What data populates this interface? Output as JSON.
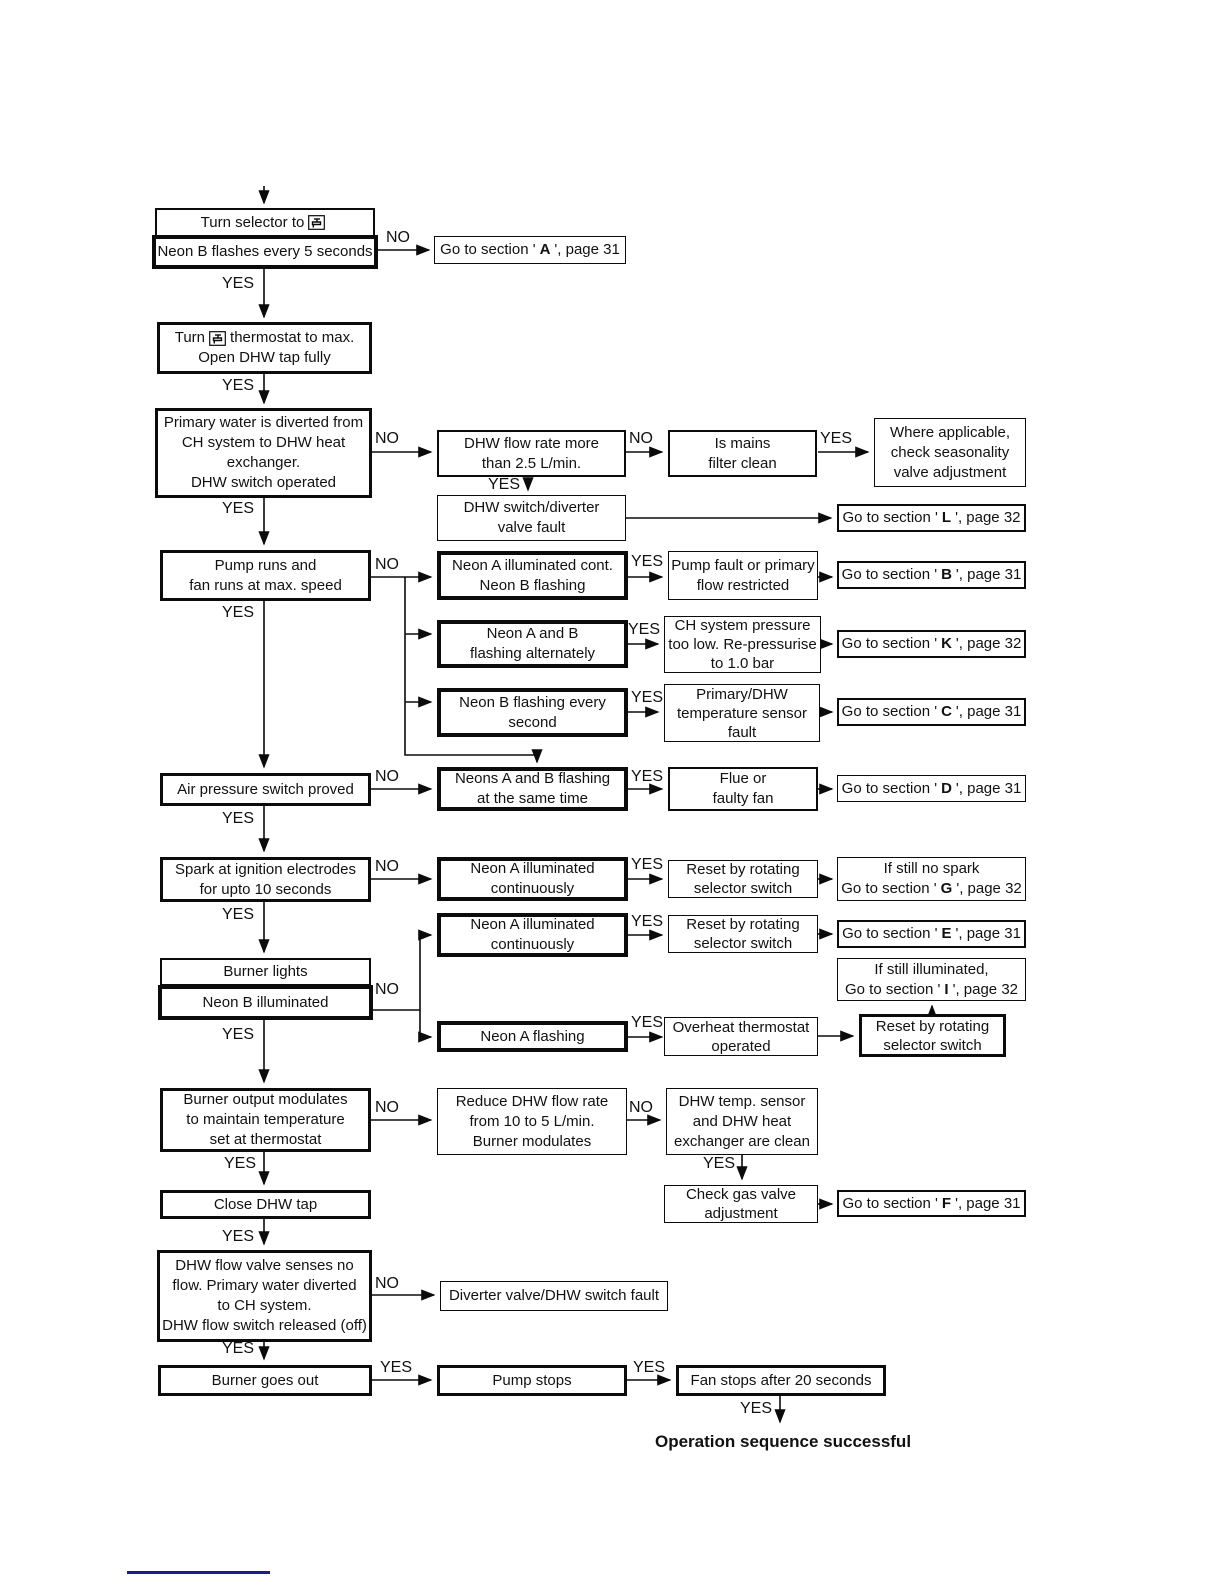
{
  "labels": {
    "yes": "YES",
    "no": "NO"
  },
  "result_text": "Operation sequence successful",
  "footer": {
    "rule_color": "#1c1c8f"
  },
  "goto": {
    "prefix": "Go to section '",
    "a": {
      "letter": "A",
      "suffix": "', page 31"
    },
    "l": {
      "letter": "L",
      "suffix": "', page 32"
    },
    "b": {
      "letter": "B",
      "suffix": "', page 31"
    },
    "k": {
      "letter": "K",
      "suffix": "', page 32"
    },
    "c": {
      "letter": "C",
      "suffix": "', page 31"
    },
    "d": {
      "letter": "D",
      "suffix": "', page 31"
    },
    "g": {
      "letter": "G",
      "suffix": "', page 32"
    },
    "e": {
      "letter": "E",
      "suffix": "', page 31"
    },
    "i": {
      "letter": "I",
      "suffix": "', page 32"
    },
    "f": {
      "letter": "F",
      "suffix": "', page 31"
    }
  },
  "boxes": {
    "turn_selector": {
      "pre": "Turn selector to"
    },
    "neon_b_flashes": {
      "l1": "Neon B flashes every 5 seconds"
    },
    "turn_thermostat": {
      "pre": "Turn",
      "post": "thermostat to max.",
      "l2": "Open DHW tap fully"
    },
    "primary_water": {
      "l1": "Primary water is diverted from",
      "l2": "CH system to DHW heat",
      "l3": "exchanger.",
      "l4": "DHW switch operated"
    },
    "dhw_flow_rate": {
      "l1": "DHW flow rate more",
      "l2": "than 2.5 L/min."
    },
    "is_mains": {
      "l1": "Is mains",
      "l2": "filter clean"
    },
    "where_applicable": {
      "l1": "Where applicable,",
      "l2": "check seasonality",
      "l3": "valve adjustment"
    },
    "dhw_switch_fault": {
      "l1": "DHW switch/diverter",
      "l2": "valve fault"
    },
    "pump_runs": {
      "l1": "Pump runs and",
      "l2": "fan runs at max. speed"
    },
    "neon_a_cont": {
      "l1": "Neon A illuminated cont.",
      "l2": "Neon B flashing"
    },
    "pump_fault": {
      "l1": "Pump fault or primary",
      "l2": "flow restricted"
    },
    "neon_ab_alt": {
      "l1": "Neon A and B",
      "l2": "flashing alternately"
    },
    "ch_pressure": {
      "l1": "CH system pressure",
      "l2": "too low. Re-pressurise",
      "l3": "to 1.0 bar"
    },
    "neon_b_second": {
      "l1": "Neon B flashing every",
      "l2": "second"
    },
    "primary_sensor": {
      "l1": "Primary/DHW",
      "l2": "temperature sensor",
      "l3": "fault"
    },
    "air_pressure": {
      "l1": "Air pressure switch proved"
    },
    "neons_ab_same": {
      "l1": "Neons A and B flashing",
      "l2": "at the same time"
    },
    "flue_fan": {
      "l1": "Flue or",
      "l2": "faulty fan"
    },
    "spark": {
      "l1": "Spark at ignition electrodes",
      "l2": "for upto 10 seconds"
    },
    "neon_a_illum": {
      "l1": "Neon A illuminated",
      "l2": "continuously"
    },
    "reset_switch": {
      "l1": "Reset by rotating",
      "l2": "selector switch"
    },
    "if_no_spark": {
      "l1": "If still no spark"
    },
    "if_still_illum": {
      "l1": "If still illuminated,"
    },
    "burner_lights": {
      "l1": "Burner lights"
    },
    "neon_b_illum": {
      "l1": "Neon B illuminated"
    },
    "neon_a_flashing": {
      "l1": "Neon A flashing"
    },
    "overheat": {
      "l1": "Overheat thermostat",
      "l2": "operated"
    },
    "burner_output": {
      "l1": "Burner output modulates",
      "l2": "to maintain temperature",
      "l3": "set at thermostat"
    },
    "reduce_flow": {
      "l1": "Reduce DHW flow rate",
      "l2": "from 10 to 5 L/min.",
      "l3": "Burner modulates"
    },
    "dhw_temp_clean": {
      "l1": "DHW temp. sensor",
      "l2": "and DHW heat",
      "l3": "exchanger are clean"
    },
    "check_gas": {
      "l1": "Check gas valve",
      "l2": "adjustment"
    },
    "close_dhw": {
      "l1": "Close DHW tap"
    },
    "dhw_no_flow": {
      "l1": "DHW flow valve senses no",
      "l2": "flow. Primary water diverted",
      "l3": "to CH system.",
      "l4": "DHW flow switch released (off)"
    },
    "diverter_fault": {
      "l1": "Diverter valve/DHW switch fault"
    },
    "burner_out": {
      "l1": "Burner goes out"
    },
    "pump_stops": {
      "l1": "Pump stops"
    },
    "fan_stops": {
      "l1": "Fan stops after 20 seconds"
    }
  }
}
